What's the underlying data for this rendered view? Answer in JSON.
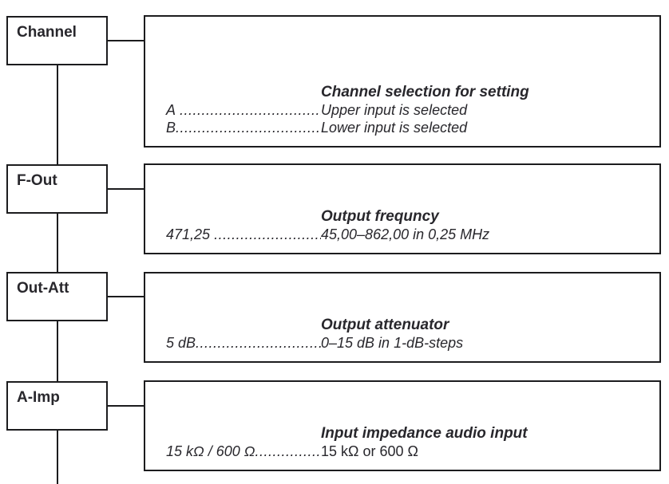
{
  "colors": {
    "line": "#1c1c1e",
    "text": "#28272c",
    "background": "#ffffff"
  },
  "leader_dots": "................................................................................",
  "menu": {
    "items": [
      {
        "key": "Channel",
        "title": "Channel selection for setting",
        "rows": [
          {
            "label": "A",
            "value": "Upper input is selected"
          },
          {
            "label": "B",
            "value": "Lower input is selected"
          }
        ]
      },
      {
        "key": "F-Out",
        "title": "Output frequncy",
        "rows": [
          {
            "label": "471,25",
            "value": "45,00–862,00 in 0,25 MHz"
          }
        ]
      },
      {
        "key": "Out-Att",
        "title": "Output attenuator",
        "rows": [
          {
            "label": "5 dB",
            "value": "0–15 dB in 1-dB-steps"
          }
        ]
      },
      {
        "key": "A-Imp",
        "title": "Input impedance audio input",
        "rows": [
          {
            "label": "15 kΩ / 600 Ω",
            "value": "15 kΩ or 600 Ω"
          }
        ]
      }
    ]
  }
}
